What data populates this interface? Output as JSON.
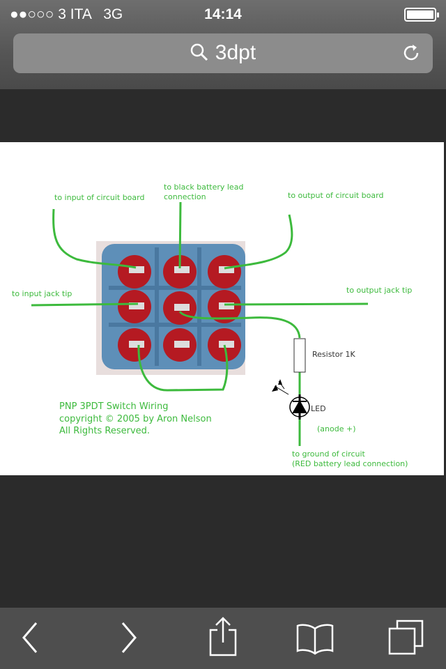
{
  "status_bar": {
    "carrier": "●●○○○ 3 ITA   3G",
    "time": "14:14",
    "battery_percent": 100
  },
  "url_bar": {
    "query": "3dpt"
  },
  "diagram": {
    "labels": {
      "input_board": "to input of circuit board",
      "black_lead_1": "to black battery lead",
      "black_lead_2": "connection",
      "output_board": "to output of circuit board",
      "input_jack": "to input jack tip",
      "output_jack": "to output jack tip",
      "resistor": "Resistor 1K",
      "led": "LED",
      "anode": "(anode +)",
      "ground_1": "to ground of circuit",
      "ground_2": "(RED battery lead connection)",
      "title": "PNP 3PDT Switch Wiring",
      "copyright": "copyright © 2005 by Aron Nelson",
      "rights": "All Rights Reserved."
    },
    "wire_color": "#3dba3d"
  },
  "toolbar": {
    "icons": [
      "back-icon",
      "forward-icon",
      "share-icon",
      "bookmarks-icon",
      "tabs-icon"
    ]
  }
}
